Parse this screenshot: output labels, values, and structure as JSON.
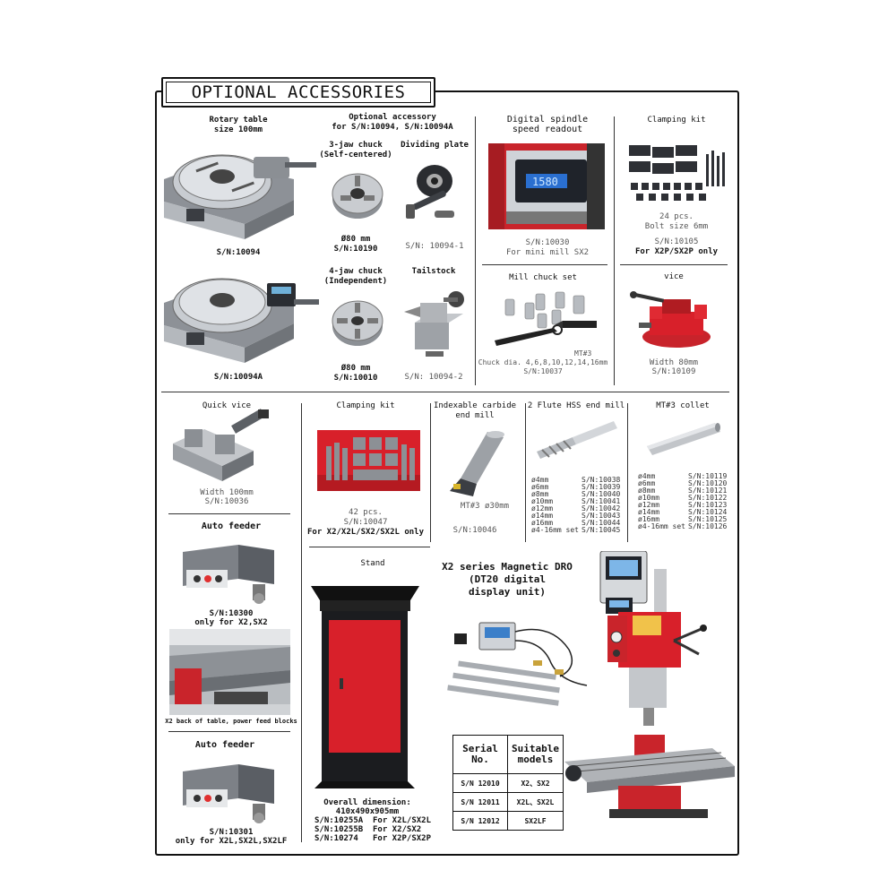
{
  "header": {
    "title": "OPTIONAL ACCESSORIES"
  },
  "rotary": {
    "title1": "Rotary table",
    "title2": "size 100mm",
    "sn1": "S/N:10094",
    "sn2": "S/N:10094A"
  },
  "optional": {
    "title1": "Optional accessory",
    "title2": "for S/N:10094, S/N:10094A",
    "chuck3_l1": "3-jaw chuck",
    "chuck3_l2": "(Self-centered)",
    "chuck3_size": "Ø80 mm",
    "chuck3_sn": "S/N:10190",
    "dividing": "Dividing plate",
    "dividing_sn": "S/N: 10094-1",
    "chuck4_l1": "4-jaw chuck",
    "chuck4_l2": "(Independent)",
    "chuck4_size": "Ø80 mm",
    "chuck4_sn": "S/N:10010",
    "tailstock": "Tailstock",
    "tailstock_sn": "S/N: 10094-2"
  },
  "spindle": {
    "title1": "Digital spindle",
    "title2": "speed readout",
    "display": "1580",
    "sn": "S/N:10030",
    "note": "For mini mill SX2"
  },
  "clamp1": {
    "title": "Clamping kit",
    "pcs": "24 pcs.",
    "bolt": "Bolt size 6mm",
    "sn": "S/N:10105",
    "note": "For X2P/SX2P only"
  },
  "millchuck": {
    "title": "Mill chuck set",
    "mt": "MT#3",
    "dia": "Chuck dia. 4,6,8,10,12,14,16mm",
    "sn": "S/N:10037"
  },
  "vice": {
    "title": "vice",
    "width": "Width 80mm",
    "sn": "S/N:10109"
  },
  "quickvice": {
    "title": "Quick vice",
    "width": "Width 100mm",
    "sn": "S/N:10036"
  },
  "clamp2": {
    "title": "Clamping kit",
    "pcs": "42 pcs.",
    "sn": "S/N:10047",
    "note": "For X2/X2L/SX2/SX2L only"
  },
  "carbide": {
    "title1": "Indexable carbide",
    "title2": "end mill",
    "mt": "MT#3 ø30mm",
    "sn": "S/N:10046"
  },
  "hss": {
    "title": "2 Flute HSS end mill",
    "items": [
      {
        "size": "ø4mm",
        "sn": "S/N:10038"
      },
      {
        "size": "ø6mm",
        "sn": "S/N:10039"
      },
      {
        "size": "ø8mm",
        "sn": "S/N:10040"
      },
      {
        "size": "ø10mm",
        "sn": "S/N:10041"
      },
      {
        "size": "ø12mm",
        "sn": "S/N:10042"
      },
      {
        "size": "ø14mm",
        "sn": "S/N:10043"
      },
      {
        "size": "ø16mm",
        "sn": "S/N:10044"
      },
      {
        "size": "ø4-16mm set",
        "sn": "S/N:10045"
      }
    ]
  },
  "collet": {
    "title": "MT#3 collet",
    "items": [
      {
        "size": "ø4mm",
        "sn": "S/N:10119"
      },
      {
        "size": "ø6mm",
        "sn": "S/N:10120"
      },
      {
        "size": "ø8mm",
        "sn": "S/N:10121"
      },
      {
        "size": "ø10mm",
        "sn": "S/N:10122"
      },
      {
        "size": "ø12mm",
        "sn": "S/N:10123"
      },
      {
        "size": "ø14mm",
        "sn": "S/N:10124"
      },
      {
        "size": "ø16mm",
        "sn": "S/N:10125"
      },
      {
        "size": "ø4-16mm set",
        "sn": "S/N:10126"
      }
    ]
  },
  "autofeed1": {
    "title": "Auto feeder",
    "sn": "S/N:10300",
    "note": "only for X2,SX2",
    "caption": "X2 back of table, power feed blocks"
  },
  "autofeed2": {
    "title": "Auto feeder",
    "sn": "S/N:10301",
    "note": "only for X2L,SX2L,SX2LF"
  },
  "stand": {
    "title": "Stand",
    "dim1": "Overall dimension:",
    "dim2": "410x490x905mm",
    "lines": [
      {
        "sn": "S/N:10255A",
        "for": "For X2L/SX2L"
      },
      {
        "sn": "S/N:10255B",
        "for": "For X2/SX2"
      },
      {
        "sn": "S/N:10274",
        "for": "For X2P/SX2P"
      }
    ]
  },
  "dro": {
    "title1": "X2 series Magnetic DRO",
    "title2": "(DT20 digital",
    "title3": "display unit)",
    "table": {
      "h1": "Serial No.",
      "h2": "Suitable models",
      "rows": [
        {
          "serial": "S/N 12010",
          "models": "X2、SX2"
        },
        {
          "serial": "S/N 12011",
          "models": "X2L、SX2L"
        },
        {
          "serial": "S/N 12012",
          "models": "SX2LF"
        }
      ]
    }
  },
  "colors": {
    "red": "#d8202a",
    "steel": "#9a9ea3",
    "dark": "#3a3d42"
  }
}
